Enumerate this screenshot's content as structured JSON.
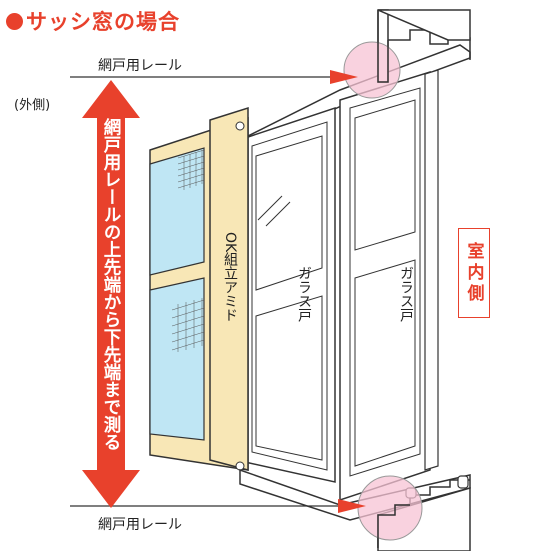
{
  "title": "サッシ窓の場合",
  "labels": {
    "rail_top": "網戸用レール",
    "rail_bottom": "網戸用レール",
    "outside": "(外側)",
    "measure": "網戸用レールの上先端から下先端まで測る",
    "screen": "OK組立アミド",
    "glass_left": "ガラス戸",
    "glass_right": "ガラス戸",
    "room": "室内側"
  },
  "colors": {
    "accent": "#e8412c",
    "frame": "#f8e7b6",
    "glass": "#bfe6f4",
    "highlight": "#f7c3d4"
  }
}
